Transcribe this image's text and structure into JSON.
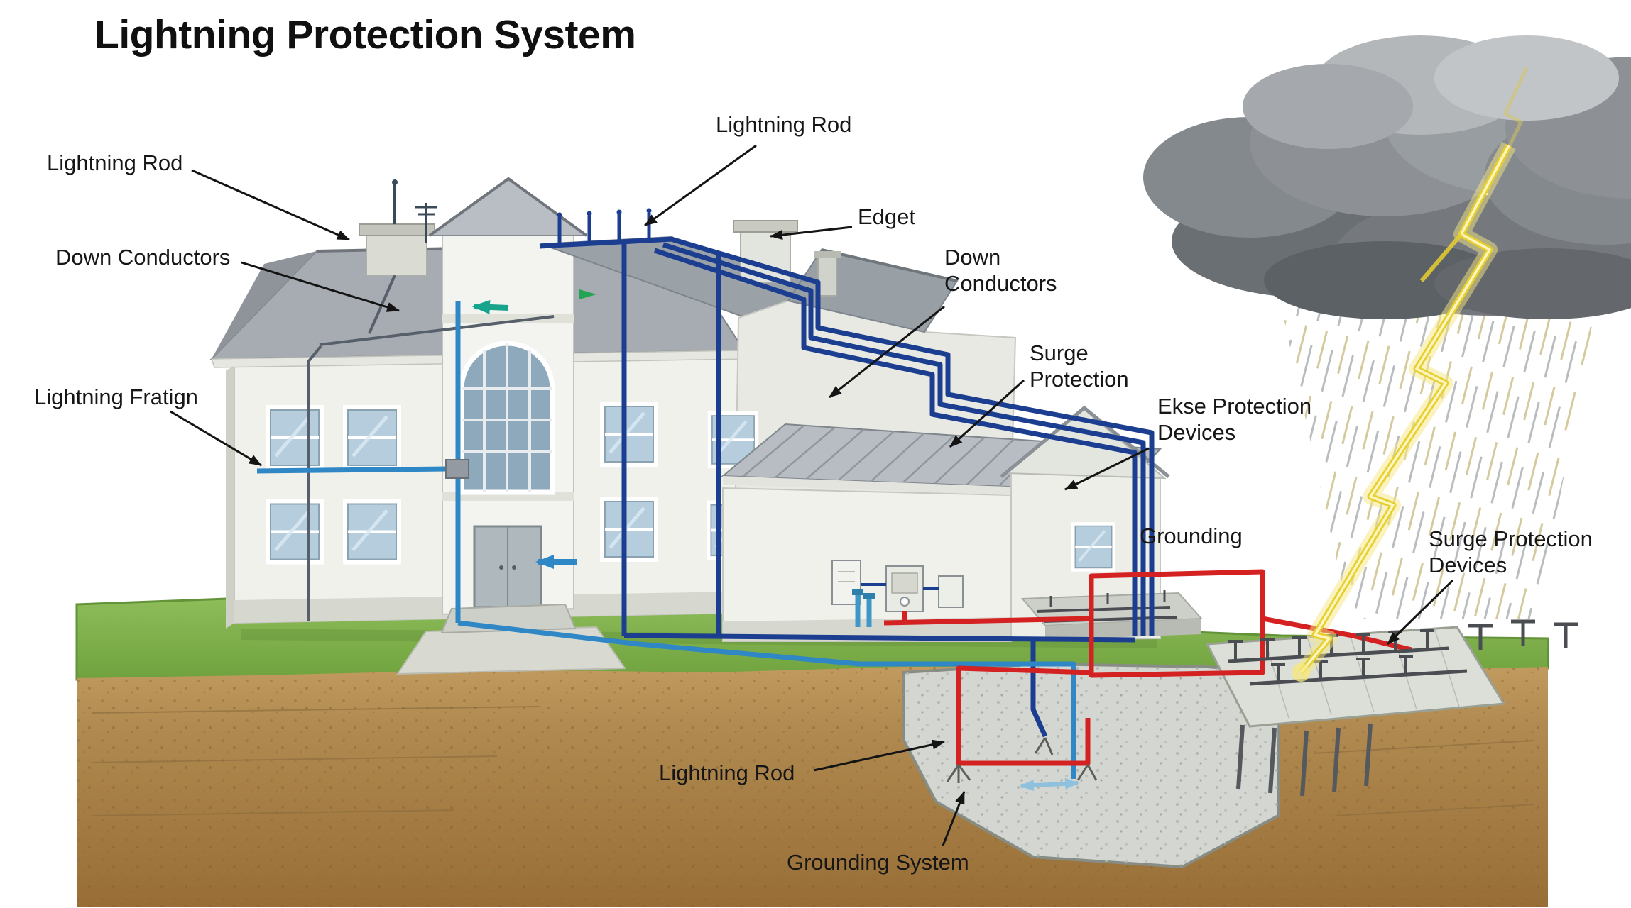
{
  "title": "Lightning Protection System",
  "labels": {
    "lightning_rod_left": [
      "Lightning Rod"
    ],
    "down_conductors_left": [
      "Down Conductors"
    ],
    "lightning_fratign": [
      "Lightning Fratign"
    ],
    "lightning_rod_top": [
      "Lightning Rod"
    ],
    "edget": [
      "Edget"
    ],
    "down_conductors_right": [
      "Down",
      "Conductors"
    ],
    "surge_protection": [
      "Surge",
      "Protection"
    ],
    "ekse_protection_devices": [
      "Ekse Protection",
      "Devices"
    ],
    "grounding": [
      "Grounding"
    ],
    "surge_protection_devices": [
      "Surge Protection",
      "Devices"
    ],
    "lightning_rod_bottom": [
      "Lightning Rod"
    ],
    "grounding_system": [
      "Grounding System"
    ]
  },
  "colors": {
    "conductor_navy": "#1c3e90",
    "conductor_light_blue": "#2f87c5",
    "ground_wire_red": "#d42222",
    "lightning_yellow": "#e8cf30",
    "grass_green": "#7fb24a",
    "soil_brown": "#a5793f",
    "cloud_gray": "#84898e"
  }
}
